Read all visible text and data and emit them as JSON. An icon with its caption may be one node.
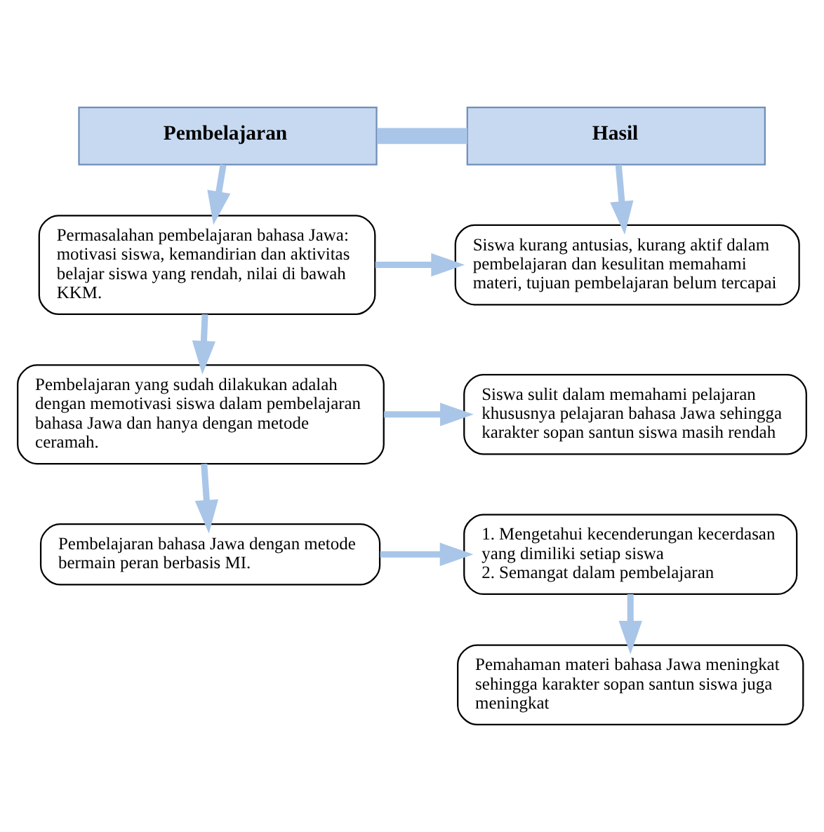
{
  "diagram": {
    "nodes": [
      {
        "text": [
          "Pembelajaran"
        ]
      },
      {
        "text": [
          "Hasil"
        ]
      },
      {
        "text": [
          "Permasalahan pembelajaran bahasa Jawa: motivasi siswa, kemandirian dan aktivitas belajar siswa yang rendah, nilai di bawah KKM."
        ]
      },
      {
        "text": [
          "Siswa kurang antusias, kurang aktif dalam pembelajaran dan kesulitan memahami materi, tujuan pembelajaran belum tercapai"
        ]
      },
      {
        "text": [
          "Pembelajaran yang sudah dilakukan adalah dengan memotivasi siswa dalam pembelajaran bahasa Jawa dan hanya dengan metode ceramah."
        ]
      },
      {
        "text": [
          "Siswa sulit dalam memahami pelajaran khususnya pelajaran bahasa Jawa sehingga karakter sopan santun siswa masih rendah"
        ]
      },
      {
        "text": [
          "Pembelajaran bahasa Jawa dengan metode bermain peran berbasis MI."
        ]
      },
      {
        "text": [
          "1. Mengetahui kecenderungan kecerdasan yang dimiliki setiap siswa",
          "2. Semangat dalam pembelajaran"
        ]
      },
      {
        "text": [
          "Pemahaman materi bahasa Jawa meningkat sehingga karakter sopan santun siswa juga meningkat"
        ]
      }
    ],
    "edges": [
      {
        "from": 0,
        "to": 1,
        "arrow": "none",
        "style": "thick"
      },
      {
        "from": 0,
        "to": 2,
        "arrow": "to"
      },
      {
        "from": 1,
        "to": 3,
        "arrow": "to"
      },
      {
        "from": 2,
        "to": 3,
        "arrow": "to"
      },
      {
        "from": 2,
        "to": 4,
        "arrow": "to"
      },
      {
        "from": 4,
        "to": 5,
        "arrow": "to"
      },
      {
        "from": 4,
        "to": 6,
        "arrow": "to"
      },
      {
        "from": 6,
        "to": 7,
        "arrow": "to"
      },
      {
        "from": 7,
        "to": 8,
        "arrow": "to"
      }
    ]
  }
}
